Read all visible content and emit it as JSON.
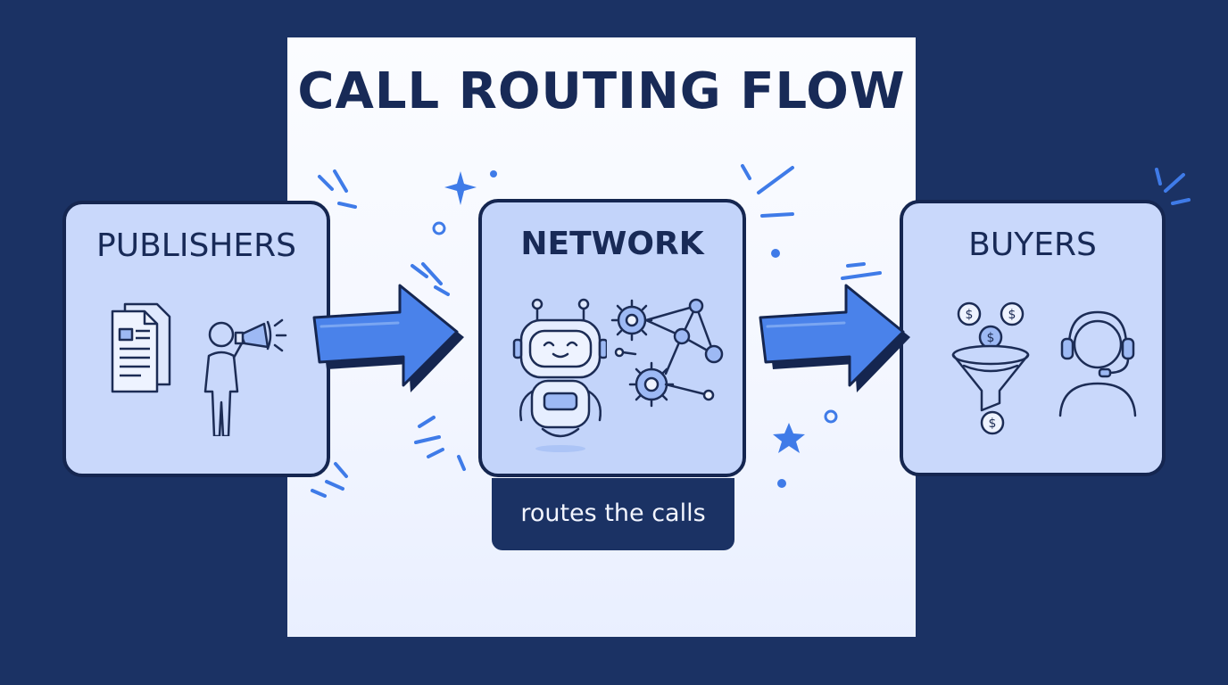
{
  "title": "CALL ROUTING FLOW",
  "nodes": [
    {
      "label": "PUBLISHERS",
      "icons": [
        "document-icon",
        "person-megaphone-icon"
      ]
    },
    {
      "label": "NETWORK",
      "icons": [
        "robot-icon",
        "gears-icon",
        "network-graph-icon"
      ],
      "caption": "routes the calls"
    },
    {
      "label": "BUYERS",
      "icons": [
        "coins-funnel-icon",
        "headset-agent-icon"
      ]
    }
  ],
  "colors": {
    "background": "#1b3264",
    "paper": "#f4f7ff",
    "card": "#c9d8fb",
    "outline": "#152650",
    "accent": "#3f7be8"
  }
}
